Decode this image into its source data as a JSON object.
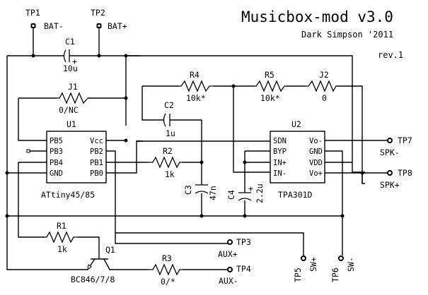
{
  "title": "Musicbox-mod v3.0",
  "author": "Dark Simpson '2011",
  "revision": "rev.1",
  "testpoints": {
    "tp1": {
      "ref": "TP1",
      "net": "BAT-"
    },
    "tp2": {
      "ref": "TP2",
      "net": "BAT+"
    },
    "tp3": {
      "ref": "TP3",
      "net": "AUX+"
    },
    "tp4": {
      "ref": "TP4",
      "net": "AUX-"
    },
    "tp5": {
      "ref": "TP5",
      "net": "SW+"
    },
    "tp6": {
      "ref": "TP6",
      "net": "SW-"
    },
    "tp7": {
      "ref": "TP7",
      "net": "SPK-"
    },
    "tp8": {
      "ref": "TP8",
      "net": "SPK+"
    }
  },
  "capacitors": {
    "c1": {
      "ref": "C1",
      "value": "10u",
      "polarity": "+"
    },
    "c2": {
      "ref": "C2",
      "value": "1u"
    },
    "c3": {
      "ref": "C3",
      "value": "47n"
    },
    "c4": {
      "ref": "C4",
      "value": "2.2u",
      "polarity": "+"
    }
  },
  "resistors": {
    "j1": {
      "ref": "J1",
      "value": "0/NC"
    },
    "j2": {
      "ref": "J2",
      "value": "0"
    },
    "r1": {
      "ref": "R1",
      "value": "1k"
    },
    "r2": {
      "ref": "R2",
      "value": "1k"
    },
    "r3": {
      "ref": "R3",
      "value": "0/*"
    },
    "r4": {
      "ref": "R4",
      "value": "10k*"
    },
    "r5": {
      "ref": "R5",
      "value": "10k*"
    }
  },
  "u1": {
    "ref": "U1",
    "part": "ATtiny45/85",
    "pins_left": [
      "PB5",
      "PB3",
      "PB4",
      "GND"
    ],
    "pins_right": [
      "Vcc",
      "PB2",
      "PB1",
      "PB0"
    ]
  },
  "u2": {
    "ref": "U2",
    "part": "TPA301D",
    "pins_left": [
      "SDN",
      "BYP",
      "IN+",
      "IN-"
    ],
    "pins_right": [
      "Vo-",
      "GND",
      "VDD",
      "Vo+"
    ]
  },
  "q1": {
    "ref": "Q1",
    "part": "BC846/7/8"
  }
}
